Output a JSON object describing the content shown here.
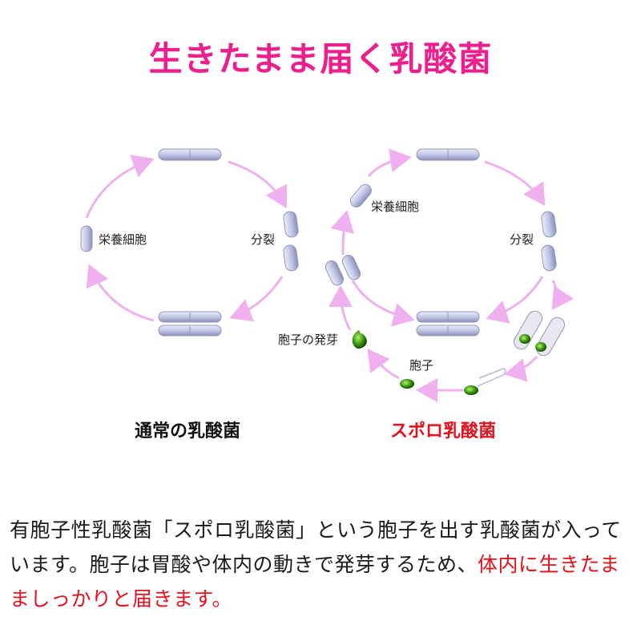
{
  "title": "生きたまま届く乳酸菌",
  "diagram": {
    "left_cycle": {
      "caption": "通常の乳酸菌",
      "labels": {
        "vegetative": "栄養細胞",
        "division": "分裂"
      }
    },
    "right_cycle": {
      "caption": "スポロ乳酸菌",
      "labels": {
        "vegetative": "栄養細胞",
        "division": "分裂",
        "germination": "胞子の発芽",
        "spore": "胞子"
      }
    }
  },
  "description": {
    "text": "有胞子性乳酸菌「スポロ乳酸菌」という胞子を出す乳酸菌が入っています。胞子は胃酸や体内の動きで発芽するため、",
    "highlight": "体内に生きたまましっかりと届きます。"
  },
  "colors": {
    "title": "#ee1e8c",
    "accent_red": "#e8101c",
    "arrow": "#f0b0f0",
    "cell": "#c2c6e6",
    "spore": "#3a9a10"
  }
}
